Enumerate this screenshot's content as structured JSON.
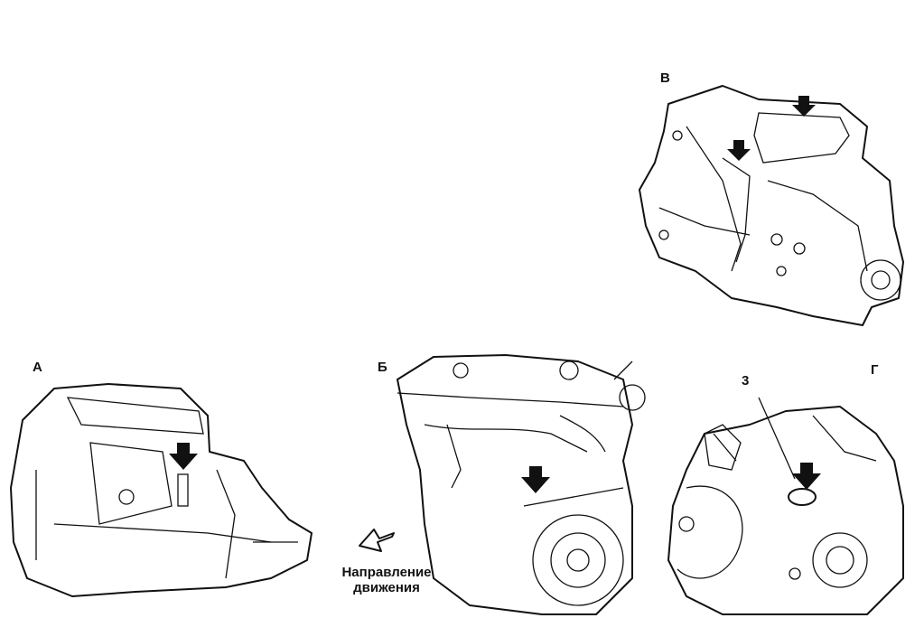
{
  "views": [
    {
      "id": "A",
      "label": "А"
    },
    {
      "id": "B",
      "label": "Б"
    },
    {
      "id": "V",
      "label": "В"
    },
    {
      "id": "G",
      "label": "Г"
    }
  ],
  "callout": {
    "label": "3"
  },
  "direction": {
    "line1": "Направление",
    "line2": "движения"
  }
}
